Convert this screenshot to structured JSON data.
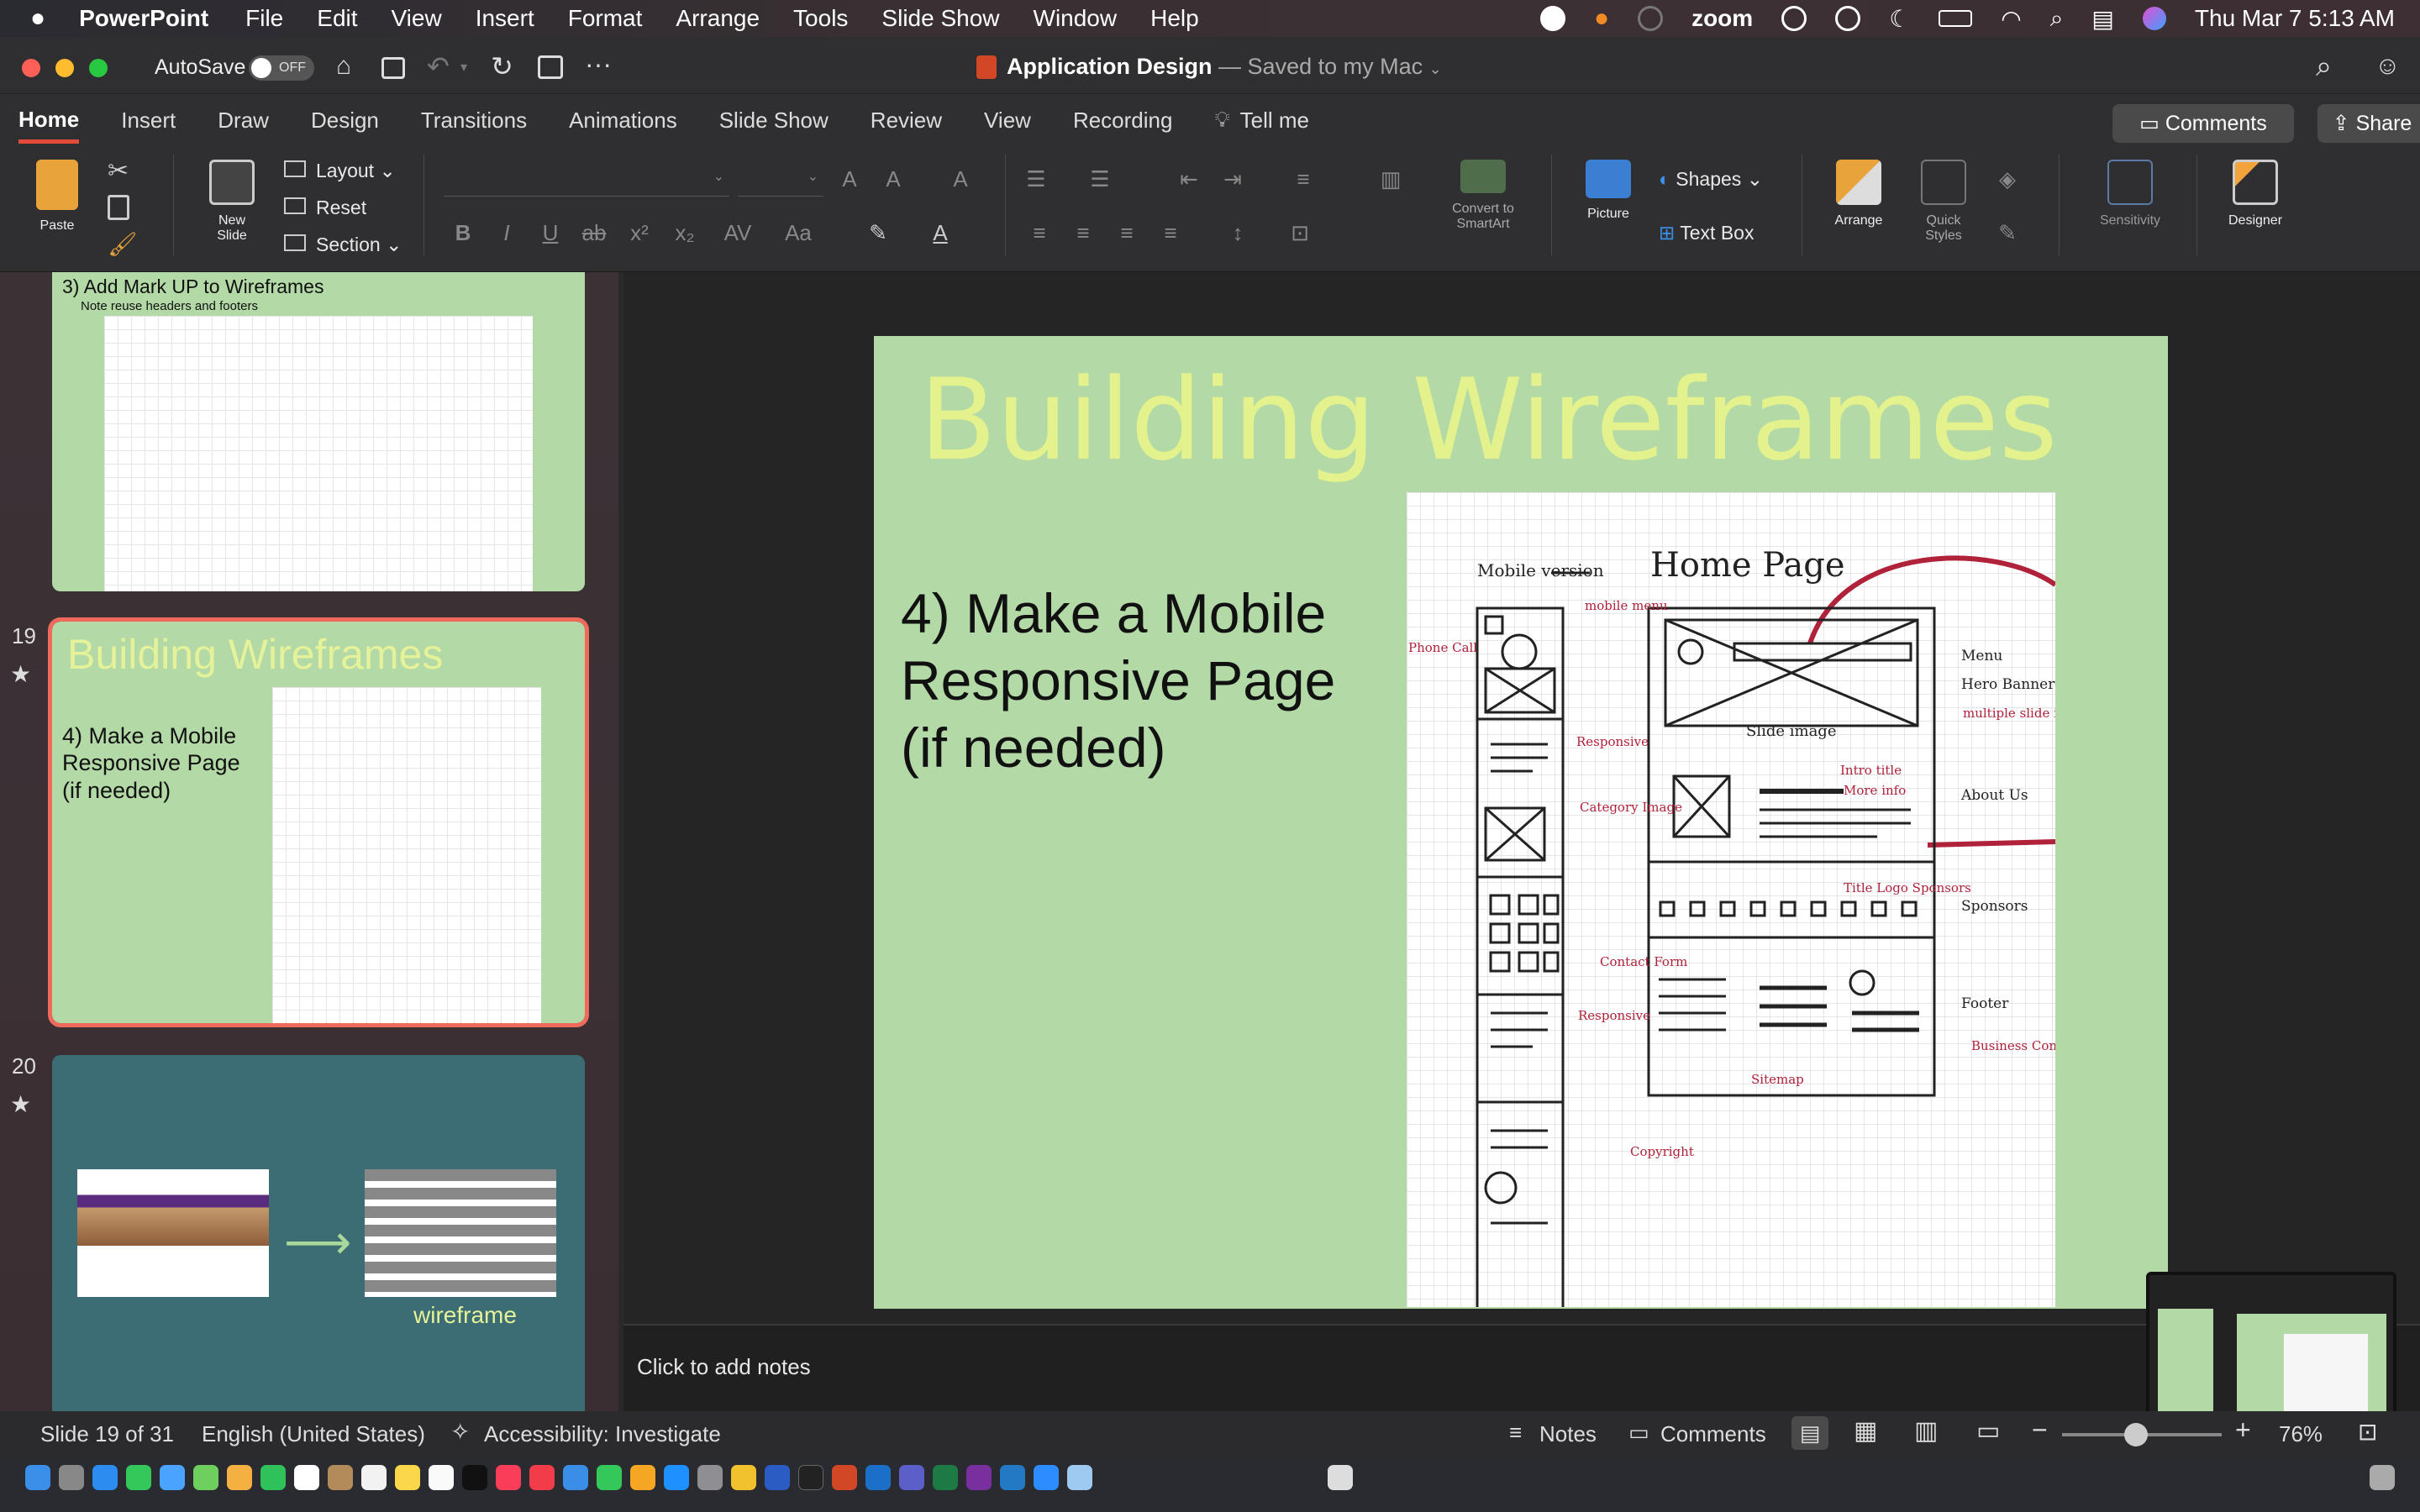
{
  "menubar": {
    "app": "PowerPoint",
    "items": [
      "File",
      "Edit",
      "View",
      "Insert",
      "Format",
      "Arrange",
      "Tools",
      "Slide Show",
      "Window",
      "Help"
    ],
    "zoom": "zoom",
    "datetime": "Thu Mar 7  5:13 AM"
  },
  "titlebar": {
    "autosave": "AutoSave",
    "autosave_state": "OFF",
    "doc_title": "Application Design",
    "doc_status": "— Saved to my Mac"
  },
  "ribbon": {
    "tabs": [
      "Home",
      "Insert",
      "Draw",
      "Design",
      "Transitions",
      "Animations",
      "Slide Show",
      "Review",
      "View",
      "Recording"
    ],
    "tell_me": "Tell me",
    "comments": "Comments",
    "share": "Share"
  },
  "toolbar": {
    "paste": "Paste",
    "new_slide_1": "New",
    "new_slide_2": "Slide",
    "layout": "Layout",
    "reset": "Reset",
    "section": "Section",
    "convert_1": "Convert to",
    "convert_2": "SmartArt",
    "picture": "Picture",
    "shapes": "Shapes",
    "text_box": "Text Box",
    "arrange": "Arrange",
    "quick_1": "Quick",
    "quick_2": "Styles",
    "sensitivity": "Sensitivity",
    "designer": "Designer"
  },
  "sidebar": {
    "prev_title": "3) Add Mark UP to Wireframes",
    "prev_bullet": "Note reuse headers and footers",
    "s19_num": "19",
    "s19_title": "Building Wireframes",
    "s19_body": "4) Make a Mobile Responsive Page (if needed)",
    "s20_num": "20",
    "s20_caption": "wireframe"
  },
  "slide": {
    "title": "Building Wireframes",
    "body_line1": "4) Make a Mobile",
    "body_line2": "Responsive Page",
    "body_line3": "(if needed)"
  },
  "sketch": {
    "mobile_version": "Mobile version",
    "home_page": "Home Page",
    "menu": "Menu",
    "hero_banner": "Hero Banner",
    "multiple_slides": "multiple slide images",
    "about_us": "About Us",
    "sponsors": "Sponsors",
    "footer": "Footer",
    "business_contact": "Business Contact info + Phone/Email",
    "phone_call": "Phone Call",
    "responsive": "Responsive",
    "category_image": "Category Image",
    "contact_form": "Contact Form",
    "slide_image": "Slide image",
    "intro_title": "Intro title",
    "more_info": "More info",
    "title_logos": "Title Logo Sponsors",
    "sitemap": "Sitemap",
    "copyright": "Copyright",
    "mobile_menu": "mobile menu"
  },
  "notes": {
    "placeholder": "Click to add notes"
  },
  "status": {
    "slide_count": "Slide 19 of 31",
    "language": "English (United States)",
    "accessibility": "Accessibility: Investigate",
    "notes": "Notes",
    "comments": "Comments",
    "zoom": "76%"
  }
}
